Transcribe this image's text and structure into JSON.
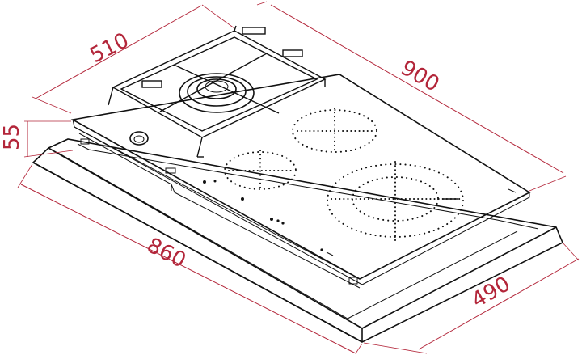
{
  "dimensions": {
    "top_depth": "510",
    "top_width": "900",
    "height": "55",
    "cutout_width": "860",
    "cutout_depth": "490"
  },
  "colors": {
    "dimension": "#b3263a",
    "outline": "#111111",
    "background": "#ffffff"
  }
}
